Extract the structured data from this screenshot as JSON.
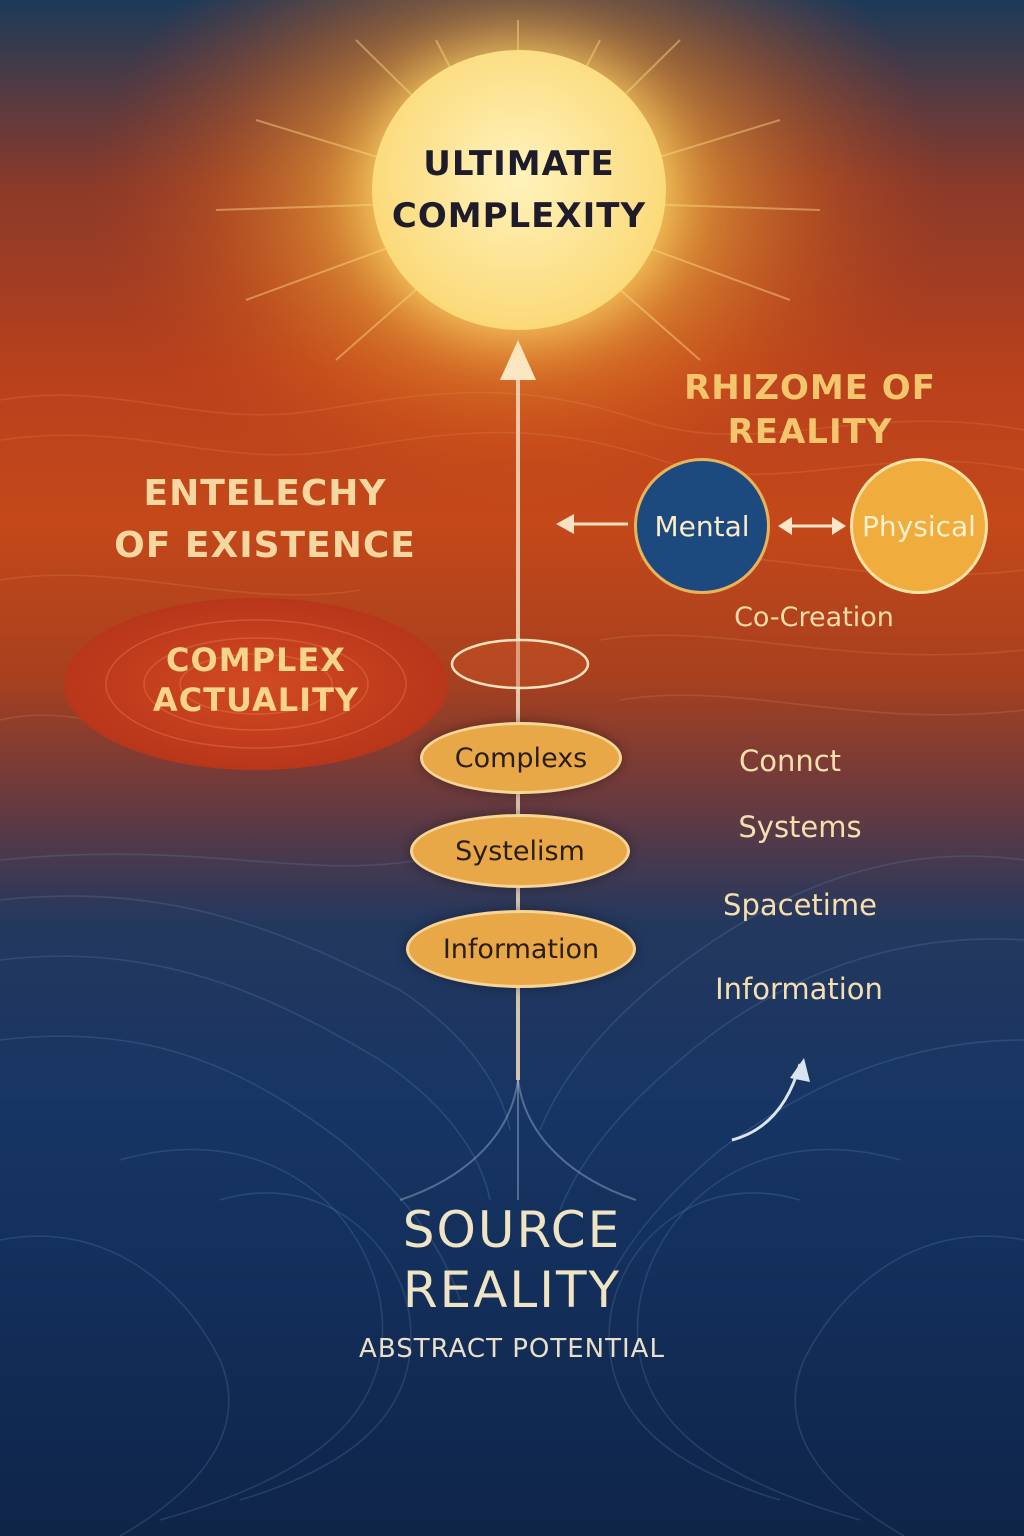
{
  "top_node": {
    "line1": "ULTIMATE",
    "line2": "COMPLEXITY"
  },
  "rhizome": {
    "title_line1": "RHIZOME OF",
    "title_line2": "REALITY",
    "left_circle": "Mental",
    "right_circle": "Physical",
    "caption": "Co-Creation"
  },
  "entelechy": {
    "line1": "ENTELECHY",
    "line2": "OF EXISTENCE"
  },
  "complex_actuality": {
    "line1": "COMPLEX",
    "line2": "ACTUALITY"
  },
  "stack": [
    "Complexs",
    "Systelism",
    "Information"
  ],
  "right_list": [
    "Connсt",
    "Systems",
    "Spacetime",
    "Information"
  ],
  "source": {
    "line1": "SOURCE",
    "line2": "REALITY",
    "subtitle": "ABSTRACT POTENTIAL"
  },
  "colors": {
    "sun": "#fbe59a",
    "mental": "#1d4a7e",
    "physical": "#f0ac3c",
    "pill": "#e9a847",
    "actuality": "#c43a1c"
  }
}
